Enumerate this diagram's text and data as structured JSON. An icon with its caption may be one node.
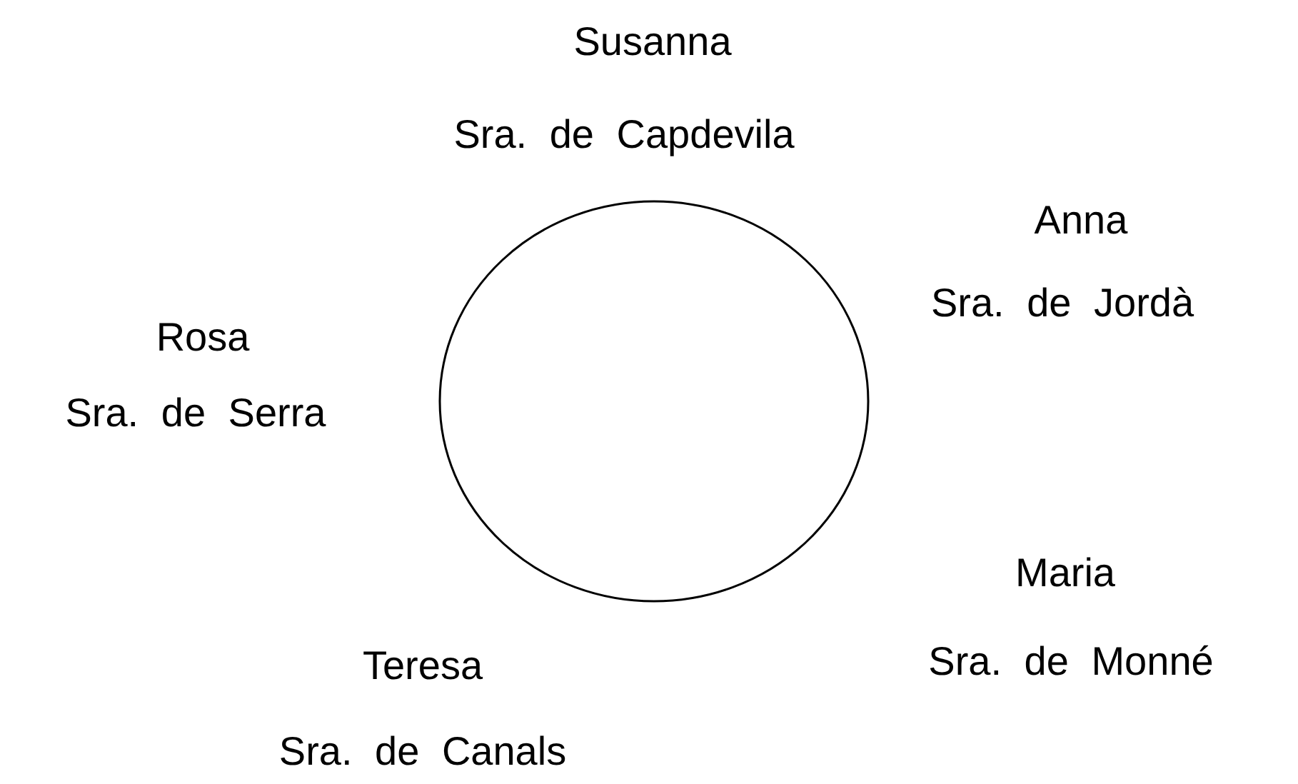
{
  "diagram": {
    "nodes": [
      {
        "text": [],
        "shape": "circle"
      }
    ],
    "labels": [
      "Susanna",
      "Sra. de Capdevila",
      "Anna",
      "Sra. de Jordà",
      "Rosa",
      "Sra. de Serra",
      "Maria",
      "Sra. de Monné",
      "Teresa",
      "Sra. de Canals"
    ]
  }
}
